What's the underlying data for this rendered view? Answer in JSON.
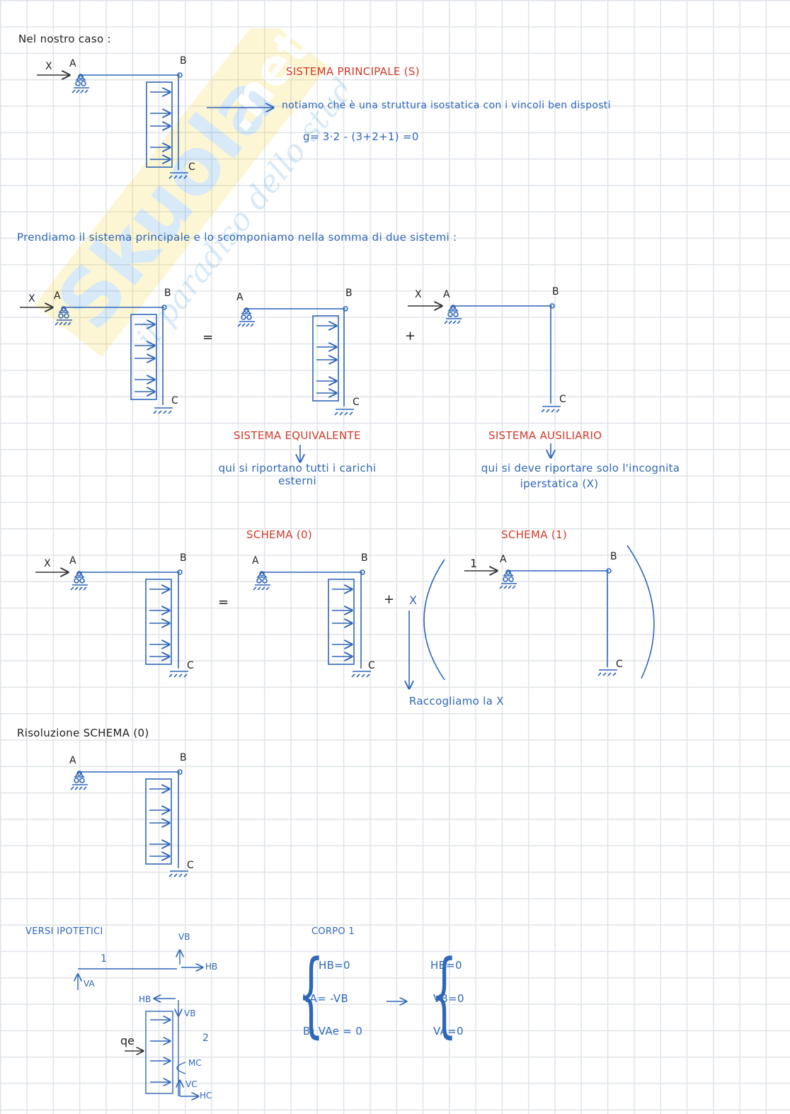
{
  "watermark": {
    "brand": "Skuola.net",
    "tagline": "il paradiso dello studente"
  },
  "section1": {
    "intro": "Nel nostro caso :",
    "labels": {
      "x": "X",
      "a": "A",
      "b": "B",
      "c": "C"
    },
    "title": "SISTEMA PRINCIPALE (S)",
    "note": "notiamo che è una struttura isostatica con i vincoli ben disposti",
    "formula": "g= 3·2 - (3+2+1) =0"
  },
  "section2": {
    "intro": "Prendiamo il sistema principale e lo scomponiamo nella somma di due sistemi :",
    "equals": "=",
    "plus": "+",
    "equivalente": {
      "title": "SISTEMA EQUIVALENTE",
      "arrow": "↓",
      "line1": "qui si riportano tutti i carichi",
      "line2": "esterni"
    },
    "ausiliario": {
      "title": "SISTEMA AUSILIARIO",
      "arrow": "↓",
      "line1": "qui si deve riportare solo l'incognita",
      "line2": "iperstatica (X)"
    }
  },
  "section3": {
    "schema0": "SCHEMA (0)",
    "schema1": "SCHEMA (1)",
    "one": "1",
    "mult": "X",
    "factor": "Raccogliamo la X"
  },
  "section4": {
    "title": "Risoluzione SCHEMA (0)"
  },
  "section5": {
    "versi": "VERSI IPOTETICI",
    "body1": "1",
    "body2": "2",
    "labels": {
      "vb": "VB",
      "hb": "HB",
      "va": "VA",
      "qe": "qe",
      "mc": "MC",
      "vc": "VC",
      "hc": "HC"
    },
    "corpo": "CORPO 1",
    "eq_left": [
      "HB=0",
      "VA= -VB",
      "B) VAe = 0"
    ],
    "arrow": "→",
    "eq_right": [
      "HB=0",
      "VB=0",
      "VA=0"
    ]
  }
}
